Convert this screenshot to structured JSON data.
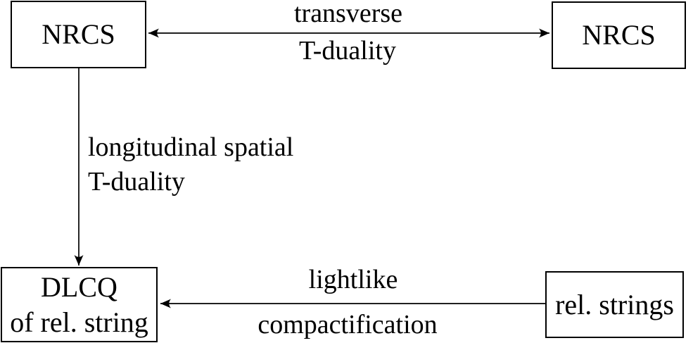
{
  "diagram": {
    "title": "duality-web-diagram",
    "colors": {
      "background": "#ffffff",
      "stroke": "#000000",
      "text": "#000000"
    },
    "boxes": {
      "nrcs_left": {
        "label": "NRCS"
      },
      "nrcs_right": {
        "label": "NRCS"
      },
      "dlcq": {
        "line1": "DLCQ",
        "line2": "of rel. string"
      },
      "rel_strings": {
        "label": "rel. strings"
      }
    },
    "edges": {
      "transverse": {
        "from": "nrcs_left",
        "to": "nrcs_right",
        "direction": "bidirectional",
        "line1": "transverse",
        "line2": "T-duality"
      },
      "longitudinal": {
        "from": "nrcs_left",
        "to": "dlcq",
        "direction": "down",
        "line1": "longitudinal spatial",
        "line2": "T-duality"
      },
      "lightlike": {
        "from": "rel_strings",
        "to": "dlcq",
        "direction": "left",
        "line1": "lightlike",
        "line2": "compactification"
      }
    }
  }
}
